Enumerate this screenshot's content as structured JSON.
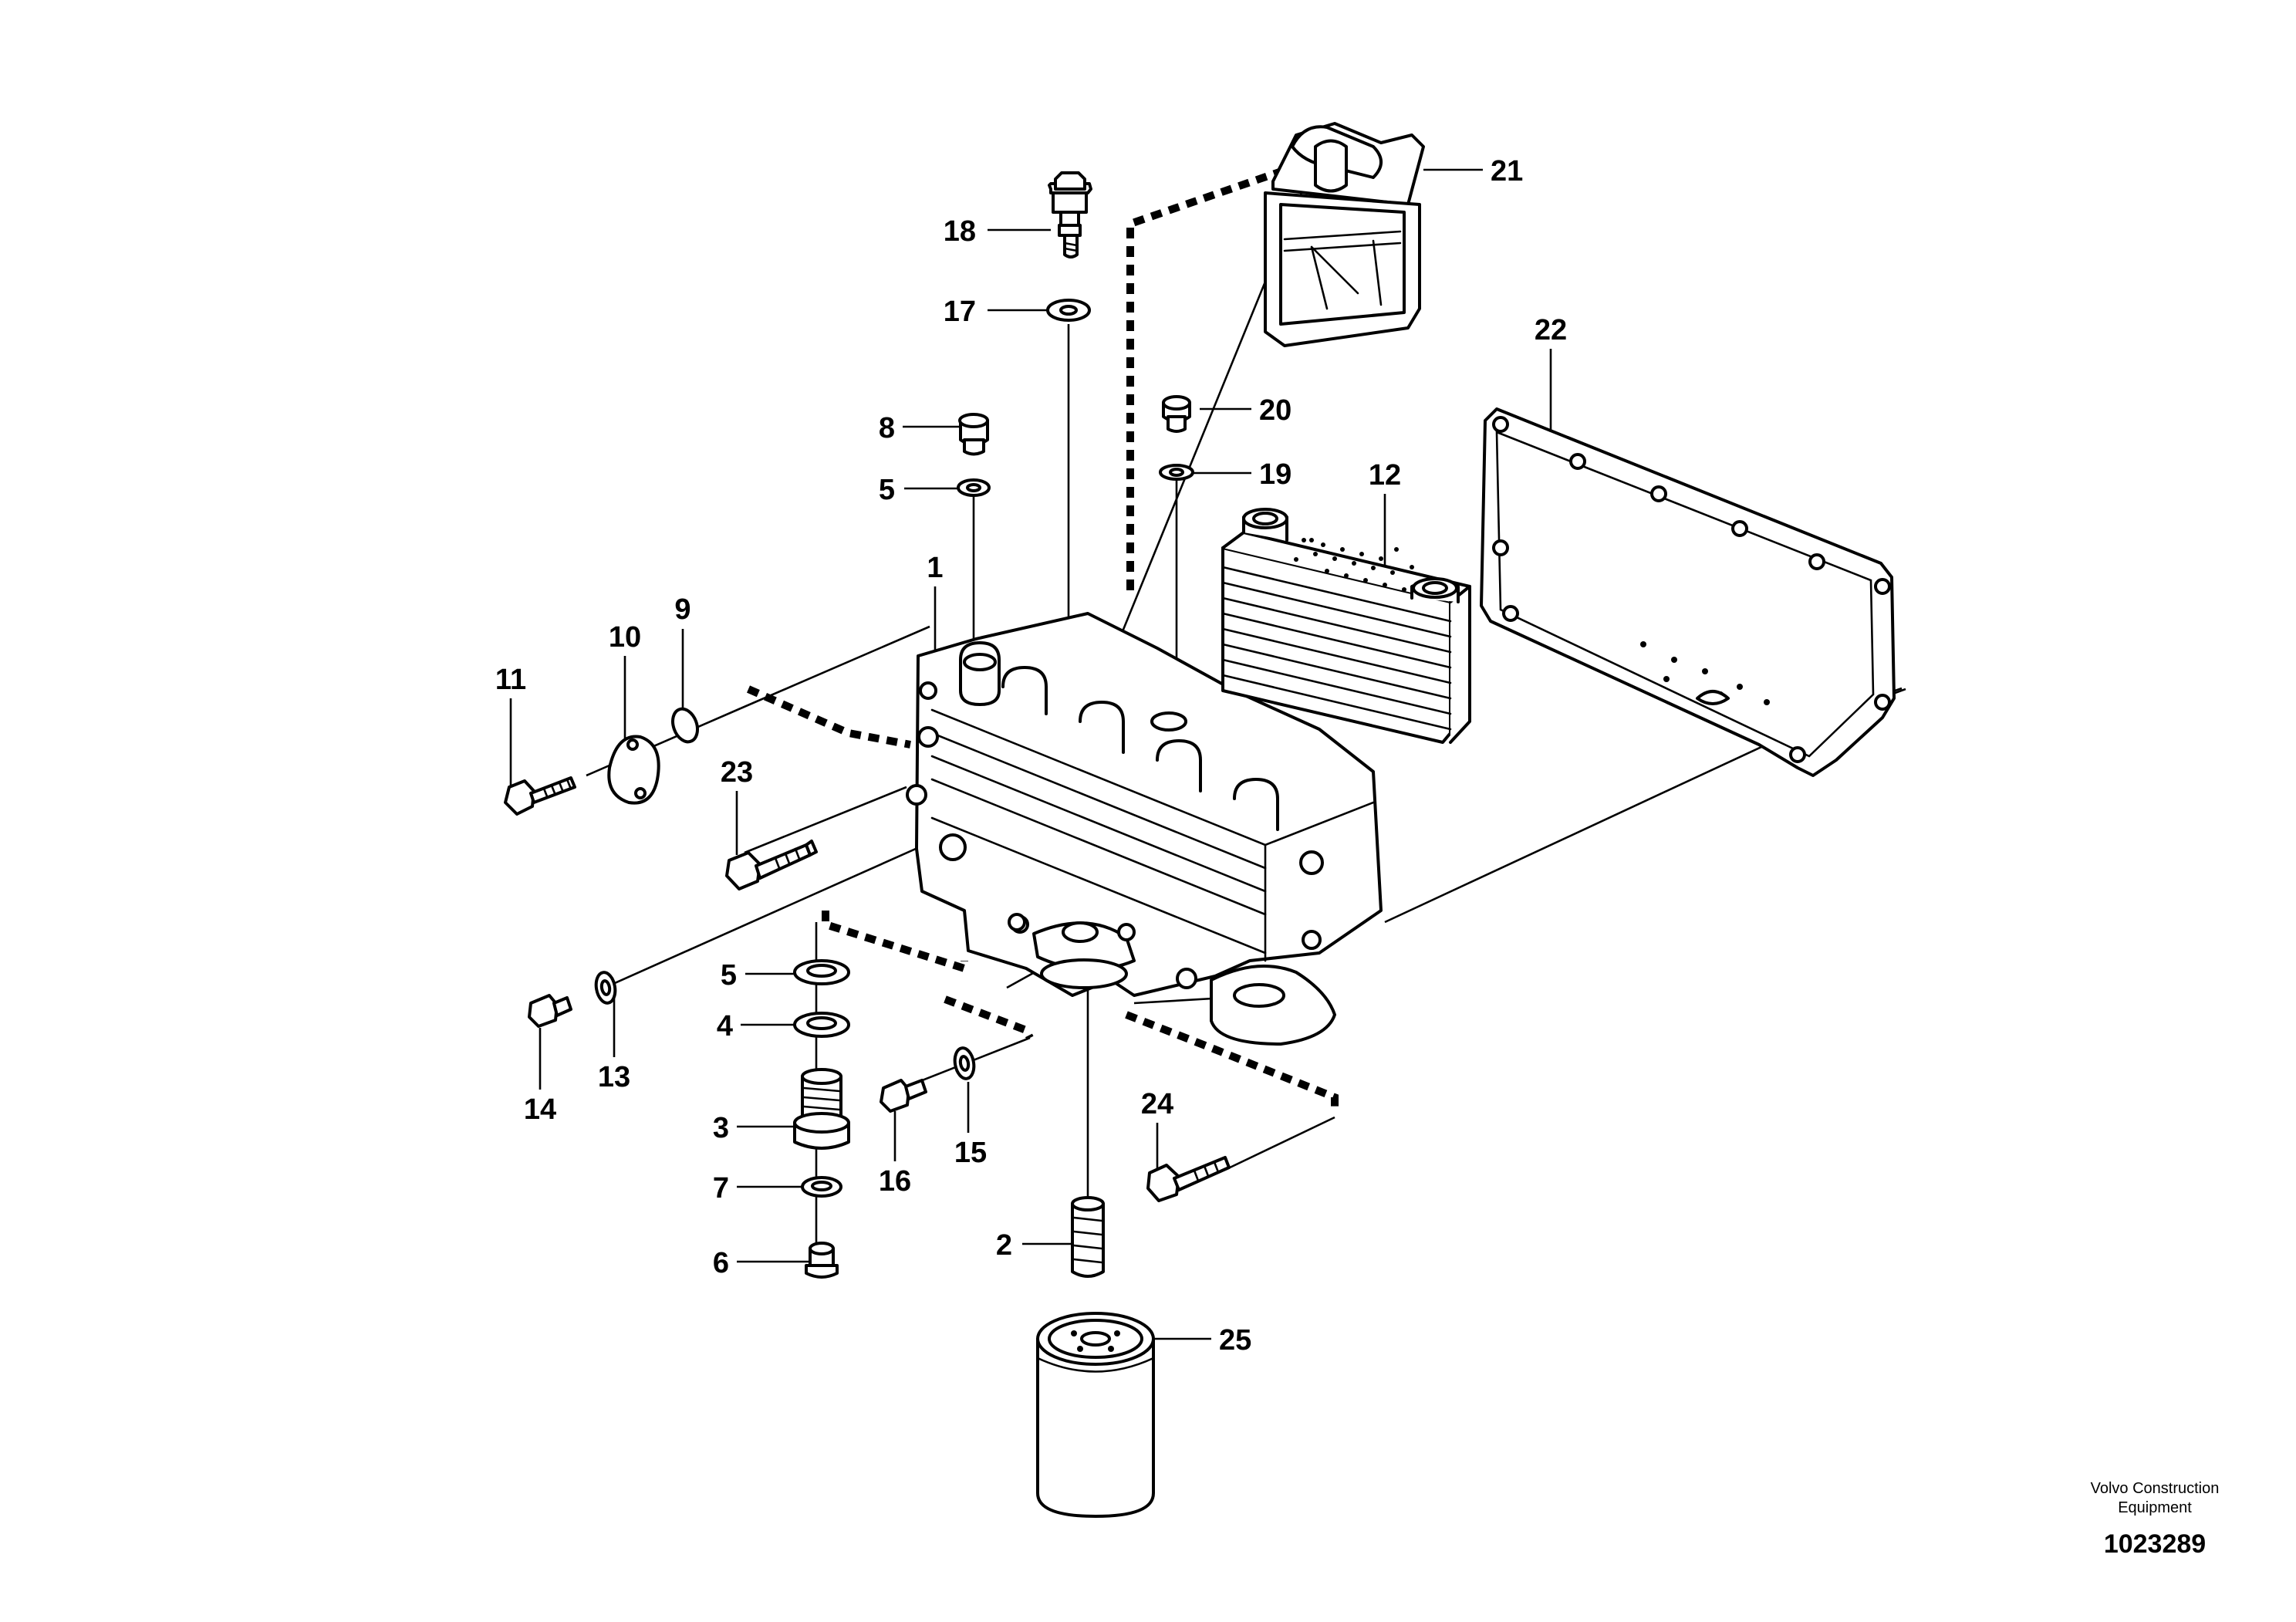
{
  "callouts": {
    "c1": "1",
    "c2": "2",
    "c3": "3",
    "c4": "4",
    "c5a": "5",
    "c5b": "5",
    "c6": "6",
    "c7": "7",
    "c8": "8",
    "c9": "9",
    "c10": "10",
    "c11": "11",
    "c12": "12",
    "c13": "13",
    "c14": "14",
    "c15": "15",
    "c16": "16",
    "c17": "17",
    "c18": "18",
    "c19": "19",
    "c20": "20",
    "c21": "21",
    "c22": "22",
    "c23": "23",
    "c24": "24",
    "c25": "25"
  },
  "publisher": {
    "line1": "Volvo Construction",
    "line2": "Equipment",
    "drawing_number": "1023289"
  }
}
